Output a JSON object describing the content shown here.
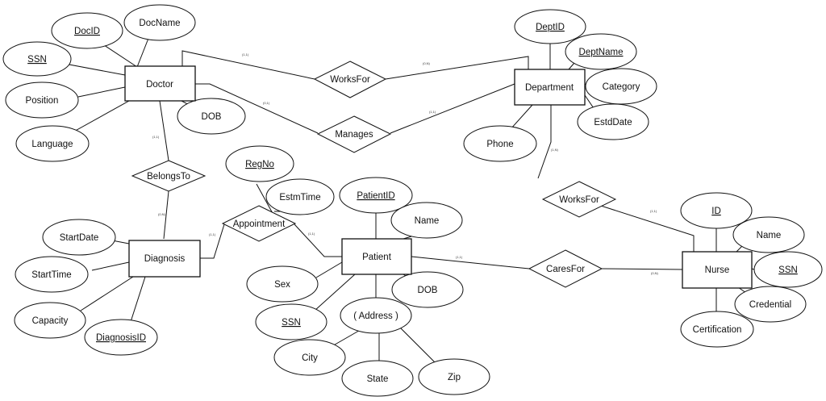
{
  "entities": {
    "doctor": "Doctor",
    "department": "Department",
    "diagnosis": "Diagnosis",
    "patient": "Patient",
    "nurse": "Nurse"
  },
  "relationships": {
    "works_for_dept": "WorksFor",
    "manages": "Manages",
    "belongs_to": "BelongsTo",
    "appointment": "Appointment",
    "works_for_nurse": "WorksFor",
    "cares_for": "CaresFor"
  },
  "attributes": {
    "doc_id": "DocID",
    "doc_name": "DocName",
    "doc_ssn": "SSN",
    "position": "Position",
    "language": "Language",
    "doc_dob": "DOB",
    "dept_id": "DeptID",
    "dept_name": "DeptName",
    "category": "Category",
    "estd_date": "EstdDate",
    "phone": "Phone",
    "reg_no": "RegNo",
    "estm_time": "EstmTime",
    "patient_id": "PatientID",
    "patient_name": "Name",
    "sex": "Sex",
    "patient_dob": "DOB",
    "patient_ssn": "SSN",
    "address": "( Address )",
    "city": "City",
    "state": "State",
    "zip": "Zip",
    "start_date": "StartDate",
    "start_time": "StartTime",
    "capacity": "Capacity",
    "diagnosis_id": "DiagnosisID",
    "nurse_id": "ID",
    "nurse_name": "Name",
    "nurse_ssn": "SSN",
    "credential": "Credential",
    "certification": "Certification"
  },
  "cardinalities": {
    "doc_worksfor": "(1,1)",
    "dept_worksfor": "(0,N)",
    "doc_manages": "(0,1)",
    "dept_manages": "(1,1)",
    "doc_belongs": "(1,1)",
    "diag_belongs": "(0,N)",
    "diag_appt": "(1,1)",
    "patient_appt": "(1,1)",
    "dept_nurse": "(1,N)",
    "nurse_worksfor": "(1,1)",
    "patient_cares": "(1,1)",
    "nurse_cares": "(0,N)"
  }
}
